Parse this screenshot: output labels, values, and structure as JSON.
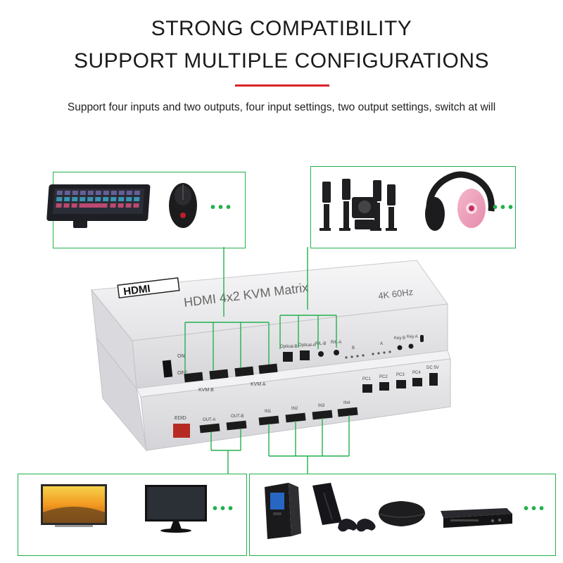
{
  "heading": {
    "line1": "STRONG COMPATIBILITY",
    "line2": "SUPPORT MULTIPLE CONFIGURATIONS",
    "subtitle": "Support four inputs and two outputs, four input settings, two output settings, switch at will",
    "accent_color": "#d8232a"
  },
  "colors": {
    "connector_line": "#22b14c",
    "device_body": "#e9e9eb",
    "port_black": "#1b1b1b"
  },
  "device": {
    "brand_logo": "HDMI",
    "model": "HDMI 4x2 KVM Matrix",
    "resolution_badge": "4K 60Hz",
    "power_on": "ON",
    "power_off": "OFF",
    "usb_group_b": "KVM B",
    "usb_group_a": "KVM A",
    "optical_b": "Optical-B",
    "optical_a": "Optical-A",
    "rl_b": "R/L-B",
    "rl_a": "R/L-A",
    "indicator_b": "B",
    "indicator_a": "A",
    "key_b": "Key B",
    "key_a": "Key A",
    "dc_label": "DC 5V",
    "edid_label": "EDID",
    "out_a": "OUT-A",
    "out_b": "OUT-B",
    "in1": "IN1",
    "in2": "IN2",
    "in3": "IN3",
    "in4": "IN4",
    "pc1": "PC1",
    "pc2": "PC2",
    "pc3": "PC3",
    "pc4": "PC4"
  },
  "peripherals": {
    "usb": [
      "keyboard",
      "mouse"
    ],
    "audio": [
      "speaker-system",
      "headphones"
    ],
    "display": [
      "television",
      "monitor"
    ],
    "sources": [
      "desktop-pc",
      "game-console",
      "media-box",
      "dvd-player"
    ]
  },
  "icons": {
    "keyboard": "keyboard-icon",
    "mouse": "mouse-icon",
    "speakers": "speakers-icon",
    "headphones": "headphones-icon",
    "tv": "tv-icon",
    "monitor": "monitor-icon",
    "pc": "desktop-pc-icon",
    "console": "game-console-icon",
    "media_box": "media-box-icon",
    "dvd": "dvd-player-icon"
  }
}
